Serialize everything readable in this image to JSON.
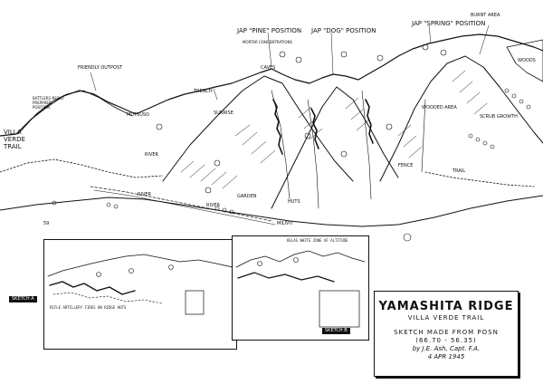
{
  "title_block": {
    "title": "YAMASHITA RIDGE",
    "subtitle": "VILLA VERDE TRAIL",
    "line1": "SKETCH MADE FROM POSN",
    "line2": "(66.70 - 56.35)",
    "line3": "by J.E. Ash, Capt. F.A.",
    "line4": "4 APR 1945"
  },
  "labels": {
    "jap_pine": "JAP \"PINE\" POSITION",
    "jap_dog": "JAP \"DOG\" POSITION",
    "jap_spring": "JAP \"SPRING\" POSITION",
    "friendly_outpost": "FRIENDLY OUTPOST",
    "villa_verde_trail": "VILLA VERDE TRAIL",
    "battlers_newly": "BATTLERS NEWLY PREPARED POSITION",
    "mutsuso": "MUTSUSO",
    "river1": "RIVER",
    "river2": "RIVER",
    "river3": "RIVER",
    "sunrise": "SUNRISE",
    "trench": "TRENCH",
    "mortar_concentrations": "MORTAR CONCENTRATIONS",
    "caves": "CAVES",
    "wooded_area": "WOODED AREA",
    "burnt_area": "BURNT AREA",
    "scrub_growth": "SCRUB GROWTH",
    "fence": "FENCE",
    "trail": "TRAIL",
    "garden": "GARDEN",
    "huts": "HUTS",
    "milivit": "MILIVIT",
    "woods": "WOODS",
    "grid_59": "59"
  },
  "insets": {
    "sketch_a": "SKETCH A",
    "sketch_b": "SKETCH B",
    "note_a": "RIFLE ARTILLERY FIRES ON RIDGE HUTS",
    "note_b": "KELAS WHITE ZONE OF ALTITUDE"
  },
  "colors": {
    "ink": "#111111",
    "paper": "#ffffff"
  }
}
